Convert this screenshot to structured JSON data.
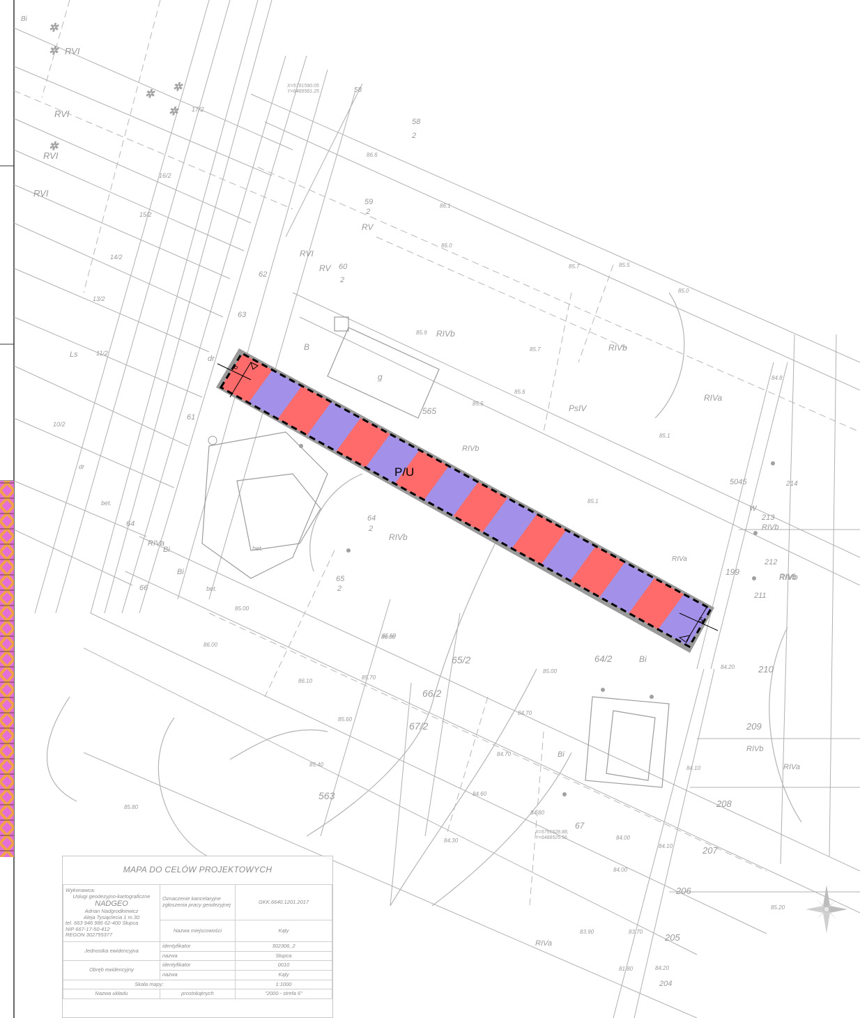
{
  "map": {
    "zone_label": "P/U",
    "dimension_left": "6",
    "dimension_right": "5",
    "colors": {
      "stripe_red": "#ff6b6b",
      "stripe_purple": "#a390e8",
      "outline": "#000000",
      "base_lines": "#a8a8a8"
    },
    "parcel_labels": [
      {
        "text": "RVI"
      },
      {
        "text": "RVI"
      },
      {
        "text": "RVI"
      },
      {
        "text": "RVI"
      },
      {
        "text": "17/2"
      },
      {
        "text": "16/2"
      },
      {
        "text": "15/2"
      },
      {
        "text": "14/2"
      },
      {
        "text": "13/2"
      },
      {
        "text": "11/2"
      },
      {
        "text": "10/2"
      },
      {
        "text": "Ls"
      },
      {
        "text": "58"
      },
      {
        "text": "58"
      },
      {
        "text": "2"
      },
      {
        "text": "59"
      },
      {
        "text": "2"
      },
      {
        "text": "RV"
      },
      {
        "text": "RVI"
      },
      {
        "text": "RV"
      },
      {
        "text": "60"
      },
      {
        "text": "2"
      },
      {
        "text": "RIVb"
      },
      {
        "text": "RIVb"
      },
      {
        "text": "RIVa"
      },
      {
        "text": "PsIV"
      },
      {
        "text": "B"
      },
      {
        "text": "g"
      },
      {
        "text": "565"
      },
      {
        "text": "RIVb"
      },
      {
        "text": "64"
      },
      {
        "text": "2"
      },
      {
        "text": "RIVb"
      },
      {
        "text": "65"
      },
      {
        "text": "2"
      },
      {
        "text": "65/2"
      },
      {
        "text": "66/2"
      },
      {
        "text": "67/2"
      },
      {
        "text": "64/2"
      },
      {
        "text": "563"
      },
      {
        "text": "RIVa"
      },
      {
        "text": "RIVb"
      },
      {
        "text": "5045"
      },
      {
        "text": "W"
      },
      {
        "text": "214"
      },
      {
        "text": "213"
      },
      {
        "text": "RIVb"
      },
      {
        "text": "212"
      },
      {
        "text": "RIVb"
      },
      {
        "text": "199"
      },
      {
        "text": "211"
      },
      {
        "text": "210"
      },
      {
        "text": "209"
      },
      {
        "text": "RIVb"
      },
      {
        "text": "RIVa"
      },
      {
        "text": "208"
      },
      {
        "text": "207"
      },
      {
        "text": "206"
      },
      {
        "text": "205"
      },
      {
        "text": "204"
      },
      {
        "text": "RIVa"
      },
      {
        "text": "Bi"
      },
      {
        "text": "Bi"
      },
      {
        "text": "Bi"
      },
      {
        "text": "bet."
      },
      {
        "text": "bet."
      },
      {
        "text": "bet."
      },
      {
        "text": "dr"
      },
      {
        "text": "dr"
      },
      {
        "text": "63"
      },
      {
        "text": "62"
      },
      {
        "text": "61"
      },
      {
        "text": "64"
      },
      {
        "text": "66"
      },
      {
        "text": "67"
      },
      {
        "text": "Bi"
      },
      {
        "text": "RIVa"
      },
      {
        "text": "Bi"
      }
    ],
    "elevations": [
      {
        "text": "86.6"
      },
      {
        "text": "86.1"
      },
      {
        "text": "86.0"
      },
      {
        "text": "85.7"
      },
      {
        "text": "85.5"
      },
      {
        "text": "85.9"
      },
      {
        "text": "85.7"
      },
      {
        "text": "85.6"
      },
      {
        "text": "85.5"
      },
      {
        "text": "85.0"
      },
      {
        "text": "84.8"
      },
      {
        "text": "85.1"
      },
      {
        "text": "85.1"
      },
      {
        "text": "85.80"
      },
      {
        "text": "85.40"
      },
      {
        "text": "84.30"
      },
      {
        "text": "84.80"
      },
      {
        "text": "84.70"
      },
      {
        "text": "84.70"
      },
      {
        "text": "84.60"
      },
      {
        "text": "85.00"
      },
      {
        "text": "85.60"
      },
      {
        "text": "85.70"
      },
      {
        "text": "86.10"
      },
      {
        "text": "85.60"
      },
      {
        "text": "84.20"
      },
      {
        "text": "84.10"
      },
      {
        "text": "84.00"
      },
      {
        "text": "84.10"
      },
      {
        "text": "84.00"
      },
      {
        "text": "85.20"
      },
      {
        "text": "83.90"
      },
      {
        "text": "83.70"
      },
      {
        "text": "84.20"
      },
      {
        "text": "81.80"
      },
      {
        "text": "85.00"
      },
      {
        "text": "86.00"
      },
      {
        "text": "86.00"
      },
      {
        "text": "85.5"
      }
    ],
    "coordinates_top": "X=5791590.05\nY=6489581.25",
    "coordinates_bottom_x": "X=5791528.88,",
    "coordinates_bottom_y": "Y=6488525.56"
  },
  "title_block": {
    "title": "MAPA DO CELÓW PROJEKTOWYCH",
    "contractor_label": "Wykonawca:",
    "contractor_line1": "Usługi geodezyjno-kartograficzne",
    "contractor_name": "NADGEO",
    "contractor_person": "Adrian Nadgrodkiewicz",
    "contractor_address": "Aleja Tysiąclecia 1 m.30",
    "contractor_phone": "tel. 663 946 986   62-400 Słupca",
    "contractor_nip": "NIP 667-17-50-412",
    "contractor_regon": "REGON 302755377",
    "designation_label": "Oznaczenie kancelaryjne zgłoszenia pracy geodezyjnej",
    "designation_value": "GKK.6640.1201.2017",
    "locality_label": "Nazwa miejscowości",
    "locality_value": "Kąty",
    "unit_label": "Jednostka ewidencyjna",
    "unit_id_label": "identyfikator",
    "unit_id_value": "302306_2",
    "unit_name_label": "nazwa",
    "unit_name_value": "Słupca",
    "district_label": "Obręb ewidencyjny",
    "district_id_label": "identyfikator",
    "district_id_value": "0010",
    "district_name_label": "nazwa",
    "district_name_value": "Kąty",
    "scale_label": "Skala mapy:",
    "scale_value": "1:1000",
    "system_label": "Nazwa układu",
    "system_type_label": "prostokątnych",
    "system_value": "\"2000 - strefa 6\""
  }
}
